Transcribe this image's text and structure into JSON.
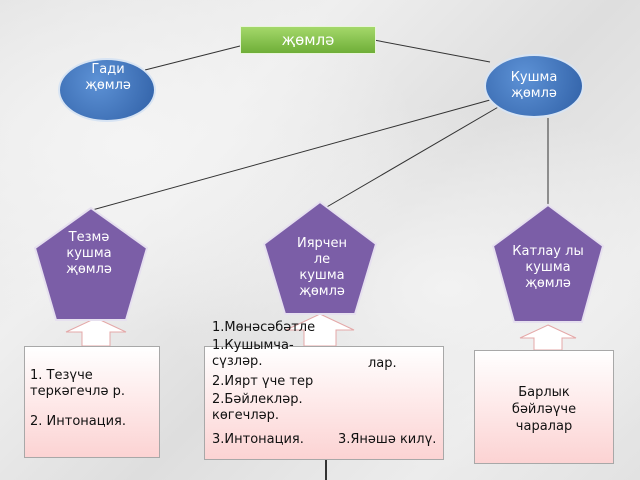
{
  "nodes": {
    "root": "җөмлә",
    "simple": "Гади җөмлә",
    "compound": "Кушма җөмлә",
    "coordinate": "Тезмә кушма җөмлә",
    "subordinate": "Иярчен ле кушма җөмлә",
    "complex": "Катлау лы кушма җөмлә"
  },
  "boxes": {
    "coordinate_items": [
      "1. Тезүче теркәгечлә р.",
      "2. Интонация."
    ],
    "subordinate_items": [
      "1.Мөнәсәбәтле",
      "1.Кушымча-сүзләр.",
      "лар.",
      "2.Иярт үче тер",
      "2.Бәйлекләр. көгечләр.",
      "3.Интонация.",
      "3.Янәшә килү."
    ],
    "complex_text": "Барлык бәйләүче чаралар"
  },
  "colors": {
    "root_green": "#7ab942",
    "circle_blue": "#3c6fb7",
    "pentagon_purple": "#7b5ea7",
    "box_pink": "#fcd3d3"
  }
}
